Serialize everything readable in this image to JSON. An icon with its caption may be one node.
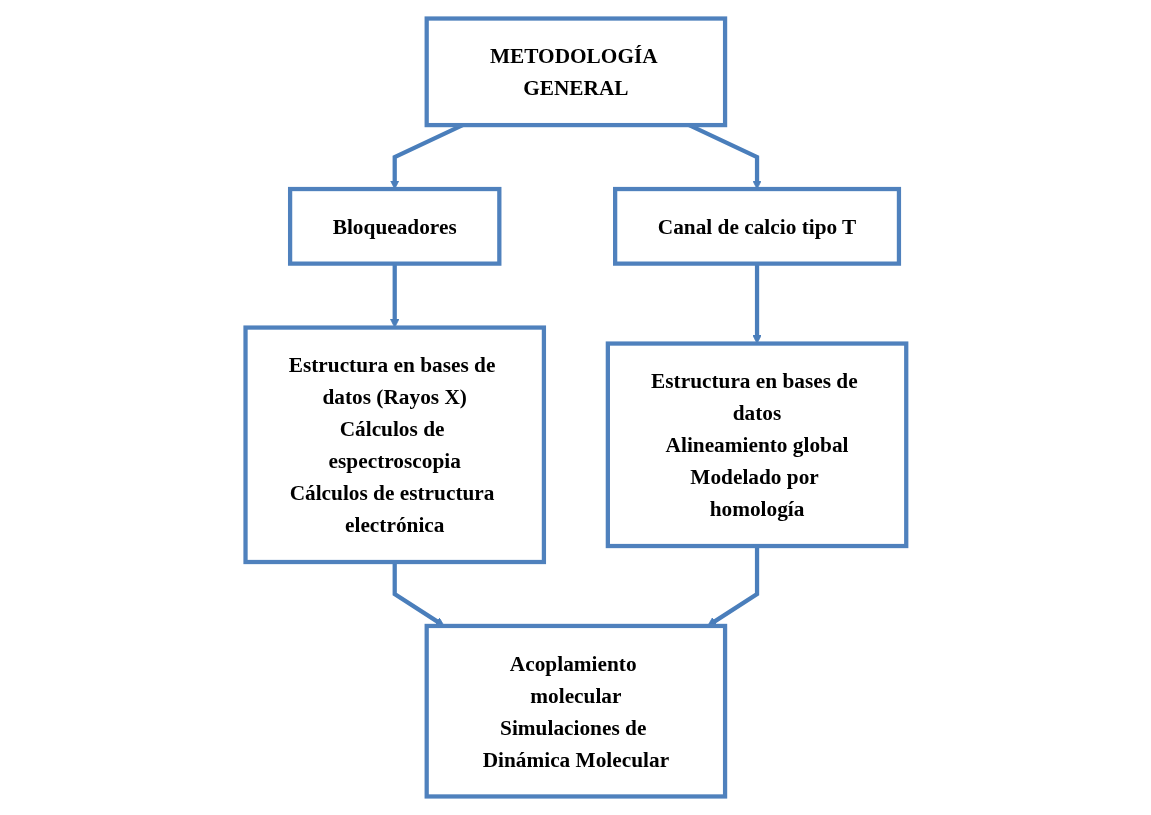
{
  "diagram": {
    "nodes": [
      {
        "text": [
          "METODOLOGÍA GENERAL"
        ]
      },
      {
        "text": [
          "Bloqueadores"
        ]
      },
      {
        "text": [
          "Canal de calcio tipo T"
        ]
      },
      {
        "text": [
          "Estructura en bases de datos (Rayos X)",
          "Cálculos de espectroscopia",
          "Cálculos de estructura electrónica"
        ]
      },
      {
        "text": [
          "Estructura en bases de datos",
          "Alineamiento global",
          "Modelado por homología"
        ]
      },
      {
        "text": [
          "Acoplamiento molecular",
          "Simulaciones de Dinámica Molecular"
        ]
      }
    ],
    "edges": [
      {
        "from": 0,
        "to": 1,
        "arrow": "to"
      },
      {
        "from": 0,
        "to": 2,
        "arrow": "to"
      },
      {
        "from": 1,
        "to": 3,
        "arrow": "to"
      },
      {
        "from": 2,
        "to": 4,
        "arrow": "to"
      },
      {
        "from": 3,
        "to": 5,
        "arrow": "to"
      },
      {
        "from": 4,
        "to": 5,
        "arrow": "to"
      }
    ]
  }
}
